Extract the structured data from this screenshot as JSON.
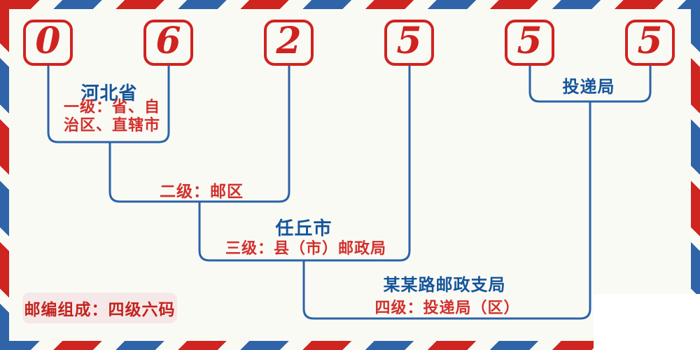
{
  "postal_code": {
    "digits": [
      "0",
      "6",
      "2",
      "5",
      "5",
      "5"
    ]
  },
  "annotations": {
    "level1": {
      "place": "河北省",
      "desc_line1": "一级：省、自",
      "desc_line2": "治区、直辖市"
    },
    "level2": {
      "desc": "二级：邮区"
    },
    "level3": {
      "place": "任丘市",
      "desc": "三级：县（市）邮政局"
    },
    "level4": {
      "place": "某某路邮政支局",
      "desc": "四级：投递局（区）"
    },
    "delivery": {
      "place": "投递局"
    }
  },
  "badge": {
    "label": "邮编组成：四级六码"
  },
  "colors": {
    "stripe_red": "#cf241f",
    "stripe_blue": "#2f64a8",
    "digit_red": "#d0231f",
    "line_blue": "#2b63a8",
    "text_blue": "#15559a",
    "text_red": "#d2302c",
    "badge_bg": "#f6e8e8",
    "badge_text": "#c2231f",
    "background": "#fafaf5"
  }
}
